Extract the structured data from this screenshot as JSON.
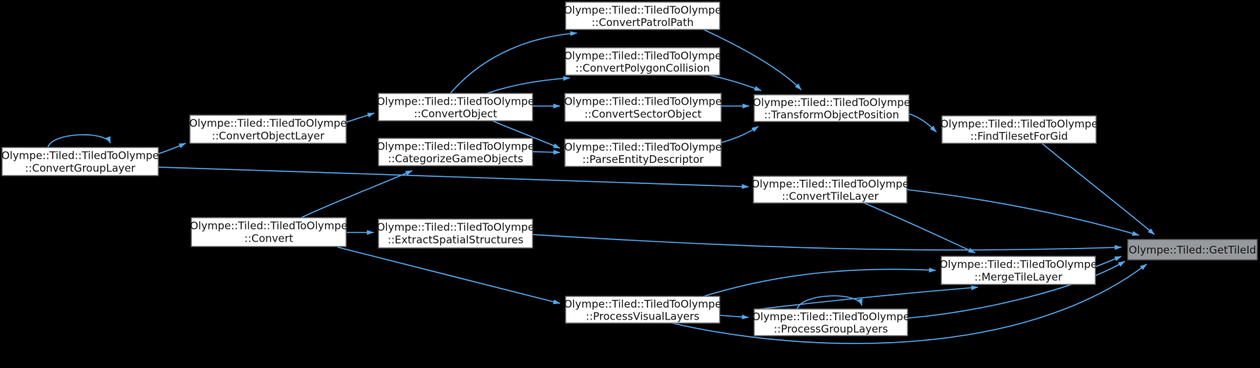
{
  "diagram_type": "doxygen-call-graph",
  "theme": {
    "bg": "#000000",
    "node-fill": "#ffffff",
    "node-border": "#6a6a6a",
    "node-text": "#141414",
    "hl-fill": "#969a9e",
    "hl-border": "#53575b",
    "edge": "#54a9ee"
  },
  "nodes": {
    "convertGroupLayer": {
      "line1": "Olympe::Tiled::TiledToOlympe",
      "line2": "::ConvertGroupLayer"
    },
    "convertObjectLayer": {
      "line1": "Olympe::Tiled::TiledToOlympe",
      "line2": "::ConvertObjectLayer"
    },
    "convert": {
      "line1": "Olympe::Tiled::TiledToOlympe",
      "line2": "::Convert"
    },
    "convertObject": {
      "line1": "Olympe::Tiled::TiledToOlympe",
      "line2": "::ConvertObject"
    },
    "categorizeGameObjects": {
      "line1": "Olympe::Tiled::TiledToOlympe",
      "line2": "::CategorizeGameObjects"
    },
    "extractSpatialStructures": {
      "line1": "Olympe::Tiled::TiledToOlympe",
      "line2": "::ExtractSpatialStructures"
    },
    "convertPatrolPath": {
      "line1": "Olympe::Tiled::TiledToOlympe",
      "line2": "::ConvertPatrolPath"
    },
    "convertPolygonCollision": {
      "line1": "Olympe::Tiled::TiledToOlympe",
      "line2": "::ConvertPolygonCollision"
    },
    "convertSectorObject": {
      "line1": "Olympe::Tiled::TiledToOlympe",
      "line2": "::ConvertSectorObject"
    },
    "parseEntityDescriptor": {
      "line1": "Olympe::Tiled::TiledToOlympe",
      "line2": "::ParseEntityDescriptor"
    },
    "processVisualLayers": {
      "line1": "Olympe::Tiled::TiledToOlympe",
      "line2": "::ProcessVisualLayers"
    },
    "transformObjectPosition": {
      "line1": "Olympe::Tiled::TiledToOlympe",
      "line2": "::TransformObjectPosition"
    },
    "convertTileLayer": {
      "line1": "Olympe::Tiled::TiledToOlympe",
      "line2": "::ConvertTileLayer"
    },
    "processGroupLayers": {
      "line1": "Olympe::Tiled::TiledToOlympe",
      "line2": "::ProcessGroupLayers"
    },
    "findTilesetForGid": {
      "line1": "Olympe::Tiled::TiledToOlympe",
      "line2": "::FindTilesetForGid"
    },
    "mergeTileLayer": {
      "line1": "Olympe::Tiled::TiledToOlympe",
      "line2": "::MergeTileLayer"
    },
    "getTileId": {
      "line1": "Olympe::Tiled::GetTileId"
    }
  },
  "edges": [
    {
      "from": "convertGroupLayer",
      "to": "convertGroupLayer"
    },
    {
      "from": "convertGroupLayer",
      "to": "convertObjectLayer"
    },
    {
      "from": "convertGroupLayer",
      "to": "convertTileLayer"
    },
    {
      "from": "convertObjectLayer",
      "to": "convertObject"
    },
    {
      "from": "convertObject",
      "to": "convertPatrolPath"
    },
    {
      "from": "convertObject",
      "to": "convertPolygonCollision"
    },
    {
      "from": "convertObject",
      "to": "convertSectorObject"
    },
    {
      "from": "convertObject",
      "to": "parseEntityDescriptor"
    },
    {
      "from": "categorizeGameObjects",
      "to": "parseEntityDescriptor"
    },
    {
      "from": "convertPatrolPath",
      "to": "transformObjectPosition"
    },
    {
      "from": "convertPolygonCollision",
      "to": "transformObjectPosition"
    },
    {
      "from": "convertSectorObject",
      "to": "transformObjectPosition"
    },
    {
      "from": "parseEntityDescriptor",
      "to": "transformObjectPosition"
    },
    {
      "from": "transformObjectPosition",
      "to": "findTilesetForGid"
    },
    {
      "from": "findTilesetForGid",
      "to": "getTileId"
    },
    {
      "from": "convert",
      "to": "categorizeGameObjects"
    },
    {
      "from": "convert",
      "to": "extractSpatialStructures"
    },
    {
      "from": "convert",
      "to": "processVisualLayers"
    },
    {
      "from": "extractSpatialStructures",
      "to": "getTileId"
    },
    {
      "from": "convertTileLayer",
      "to": "getTileId"
    },
    {
      "from": "convertTileLayer",
      "to": "mergeTileLayer"
    },
    {
      "from": "processVisualLayers",
      "to": "processGroupLayers"
    },
    {
      "from": "processVisualLayers",
      "to": "mergeTileLayer"
    },
    {
      "from": "processVisualLayers",
      "to": "getTileId"
    },
    {
      "from": "processGroupLayers",
      "to": "processGroupLayers"
    },
    {
      "from": "processGroupLayers",
      "to": "mergeTileLayer"
    },
    {
      "from": "processGroupLayers",
      "to": "getTileId"
    },
    {
      "from": "mergeTileLayer",
      "to": "getTileId"
    }
  ]
}
